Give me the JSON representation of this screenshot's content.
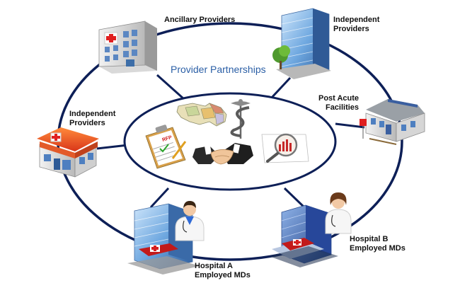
{
  "diagram": {
    "title": "Provider Partnerships",
    "nodes": {
      "ancillary": {
        "lines": [
          "Ancillary Providers"
        ],
        "icon": "hospital-building-icon"
      },
      "independent_top": {
        "lines": [
          "Independent",
          "Providers"
        ],
        "icon": "office-tower-icon"
      },
      "post_acute": {
        "lines": [
          "Post Acute",
          "Facilities"
        ],
        "icon": "care-facility-icon"
      },
      "independent_left": {
        "lines": [
          "Independent",
          "Providers"
        ],
        "icon": "clinic-icon"
      },
      "hospital_a": {
        "lines": [
          "Hospital A",
          "Employed MDs"
        ],
        "icon": "hospital-with-doctor-icon"
      },
      "hospital_b": {
        "lines": [
          "Hospital B",
          "Employed MDs"
        ],
        "icon": "hospital-with-doctor-icon"
      }
    },
    "center_items": [
      "map-icon",
      "caduceus-dollar-icon",
      "clipboard-rfp-icon",
      "handshake-icon",
      "magnifier-chart-icon"
    ],
    "clipboard_text": "RFP",
    "colors": {
      "ring": "#0d1f57",
      "title": "#2b5fa6"
    }
  }
}
